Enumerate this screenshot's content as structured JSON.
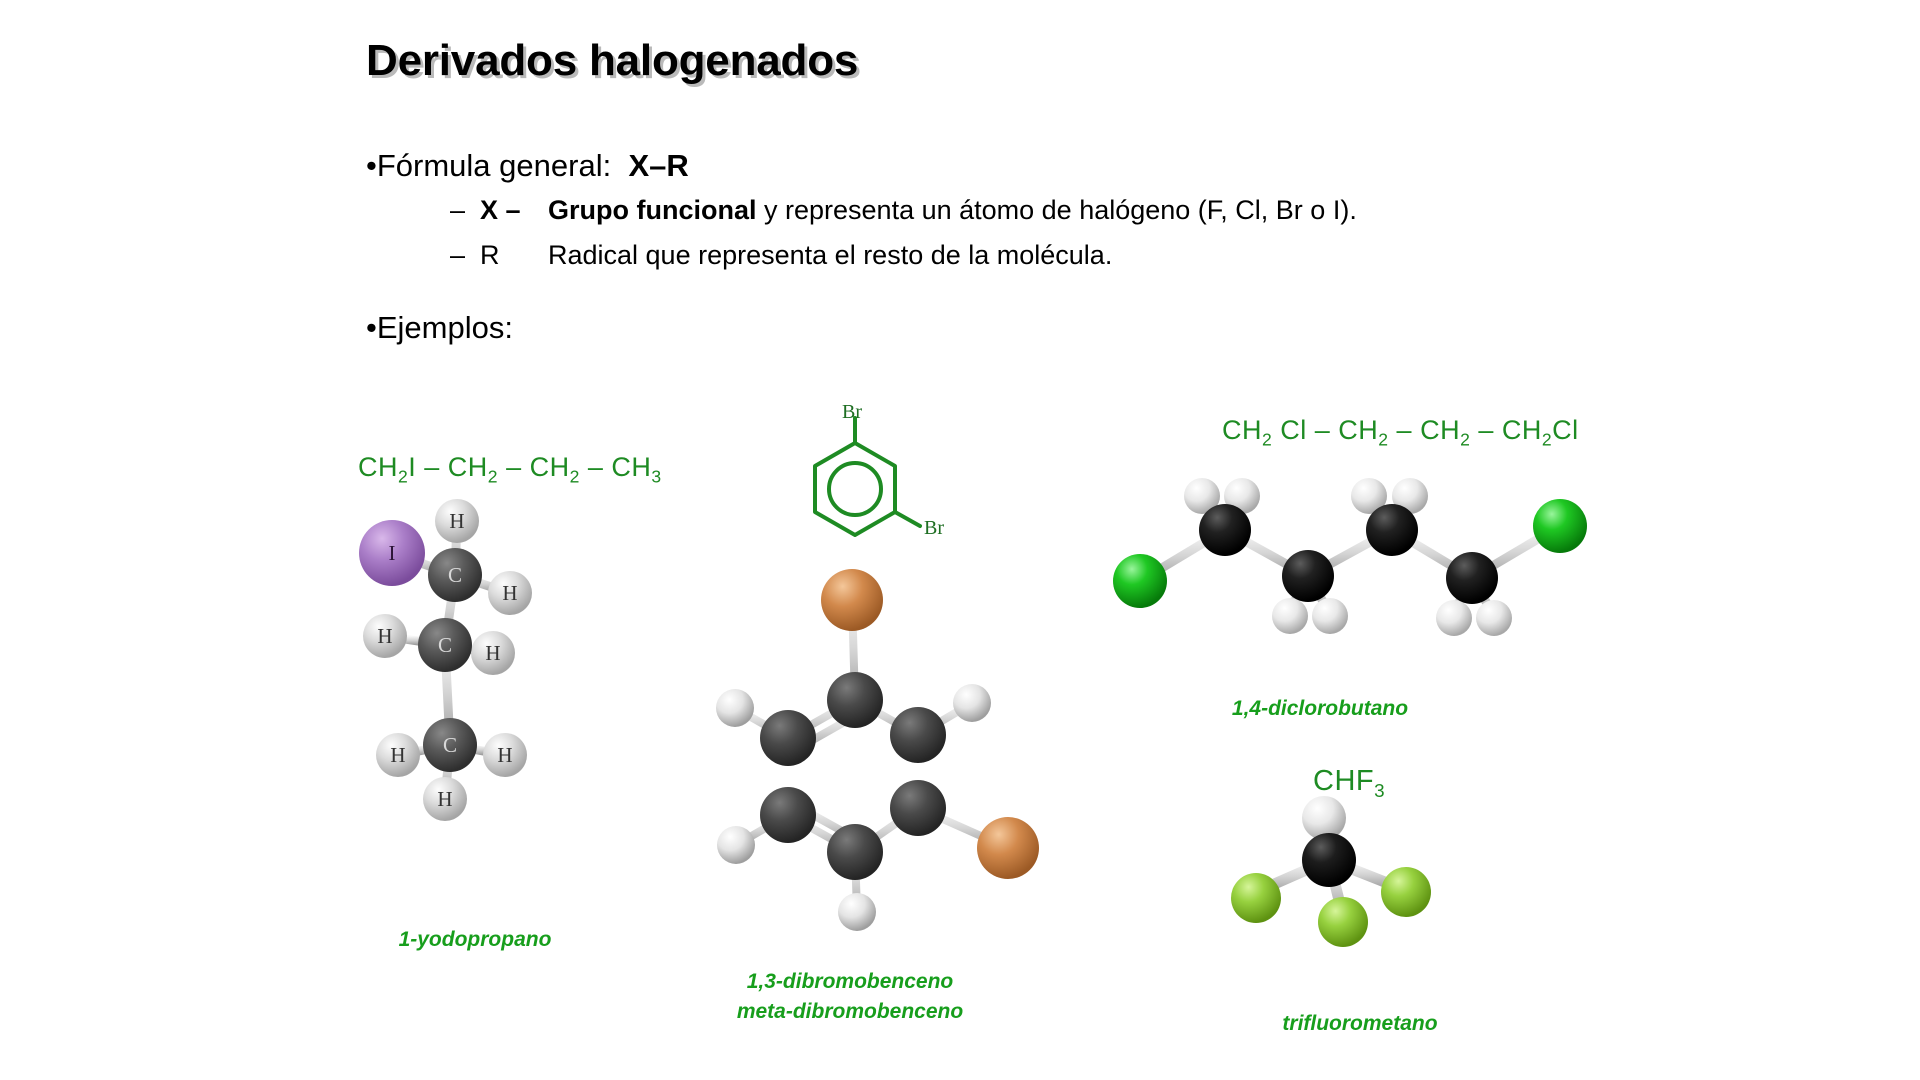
{
  "slide": {
    "title": "Derivados halogenados",
    "background_color": "#ffffff",
    "green_color": "#1e8b23"
  },
  "bullets": [
    {
      "marker": "•",
      "text": "Fórmula general:",
      "emphasis": "X–R"
    },
    {
      "marker": "•",
      "text": "Ejemplos:"
    }
  ],
  "sub_bullets": [
    {
      "dash": "–",
      "symbol": "X –",
      "bold_part": "Grupo funcional",
      "rest": " y representa un átomo de halógeno (F, Cl, Br o I)."
    },
    {
      "dash": "–",
      "symbol": "R",
      "bold_part": "",
      "rest": "Radical que representa el resto de la molécula."
    }
  ],
  "examples": [
    {
      "id": "yodopropano",
      "formula_parts": [
        "CH",
        "2",
        "I – CH",
        "2",
        " – CH",
        "2",
        " – CH",
        "3"
      ],
      "formula_plain": "CH2I – CH2 – CH2 – CH3",
      "caption": "1-yodopropano",
      "atom_labels": [
        "I",
        "C",
        "H"
      ],
      "halogen_color": "#9b6fc0"
    },
    {
      "id": "dibromobenceno",
      "ring_labels": [
        "Br",
        "Br"
      ],
      "caption_line1": "1,3-dibromobenceno",
      "caption_line2": "meta-dibromobenceno",
      "halogen_color": "#cf7f42"
    },
    {
      "id": "diclorobutano",
      "formula_plain": "CH2 Cl – CH2 – CH2 – CH2Cl",
      "caption": "1,4-diclorobutano",
      "halogen_color": "#14c314"
    },
    {
      "id": "trifluorometano",
      "formula_plain": "CHF3",
      "caption": "trifluorometano",
      "halogen_color": "#92d13d"
    }
  ],
  "formula_text": {
    "yodopropano_a": "CH",
    "yodopropano_sub1": "2",
    "yodopropano_b": "I – CH",
    "yodopropano_sub2": "2",
    "yodopropano_c": " – CH",
    "yodopropano_sub3": "2",
    "yodopropano_d": " – CH",
    "yodopropano_sub4": "3",
    "diclorobutano_a": "CH",
    "diclorobutano_sub1": "2",
    "diclorobutano_b": " Cl – CH",
    "diclorobutano_sub2": "2",
    "diclorobutano_c": " – CH",
    "diclorobutano_sub3": "2",
    "diclorobutano_d": " – CH",
    "diclorobutano_sub4": "2",
    "diclorobutano_e": "Cl",
    "chf3_a": "CHF",
    "chf3_sub": "3",
    "br_top": "Br",
    "br_right": "Br"
  }
}
